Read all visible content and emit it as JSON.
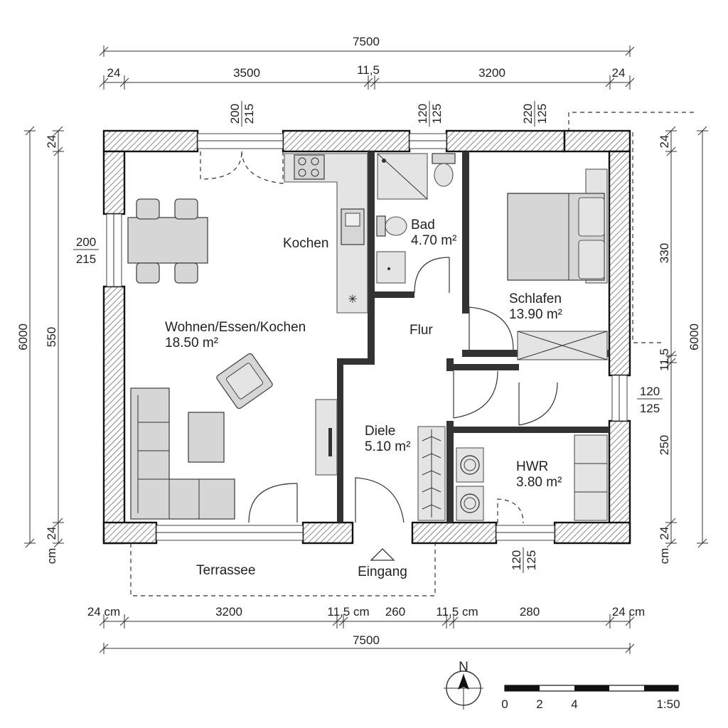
{
  "dimensions": {
    "top_total": "7500",
    "top_segments": [
      "24",
      "3500",
      "11,5",
      "3200",
      "24"
    ],
    "left_total": "6000",
    "left_segments": [
      "24",
      "550",
      "24"
    ],
    "left_unit": "cm",
    "right_total": "6000",
    "right_segments": [
      "24",
      "330",
      "11,5",
      "250",
      "24"
    ],
    "right_unit": "cm",
    "bottom_segments": [
      "24 cm",
      "3200",
      "11,5 cm",
      "260",
      "11,5 cm",
      "280",
      "24 cm"
    ],
    "bottom_total": "7500"
  },
  "openings": {
    "top_left": {
      "num": "200",
      "den": "215"
    },
    "top_bath": {
      "num": "120",
      "den": "125"
    },
    "top_bedroom": {
      "num": "220",
      "den": "125"
    },
    "left_wall": {
      "num": "200",
      "den": "215"
    },
    "right_wall": {
      "num": "120",
      "den": "125"
    },
    "bottom_hwr": {
      "num": "120",
      "den": "125"
    }
  },
  "rooms": {
    "living": {
      "name": "Wohnen/Essen/Kochen",
      "area": "18.50 m²"
    },
    "kitchen": {
      "name": "Kochen"
    },
    "bath": {
      "name": "Bad",
      "area": "4.70 m²"
    },
    "bedroom": {
      "name": "Schlafen",
      "area": "13.90 m²"
    },
    "hall": {
      "name": "Flur"
    },
    "entry": {
      "name": "Diele",
      "area": "5.10 m²"
    },
    "utility": {
      "name": "HWR",
      "area": "3.80 m²"
    },
    "terrace": {
      "name": "Terrassee"
    },
    "entrance": {
      "name": "Eingang"
    }
  },
  "compass": {
    "label": "N"
  },
  "scale": {
    "ticks": [
      "0",
      "2",
      "4"
    ],
    "ratio": "1:50"
  }
}
